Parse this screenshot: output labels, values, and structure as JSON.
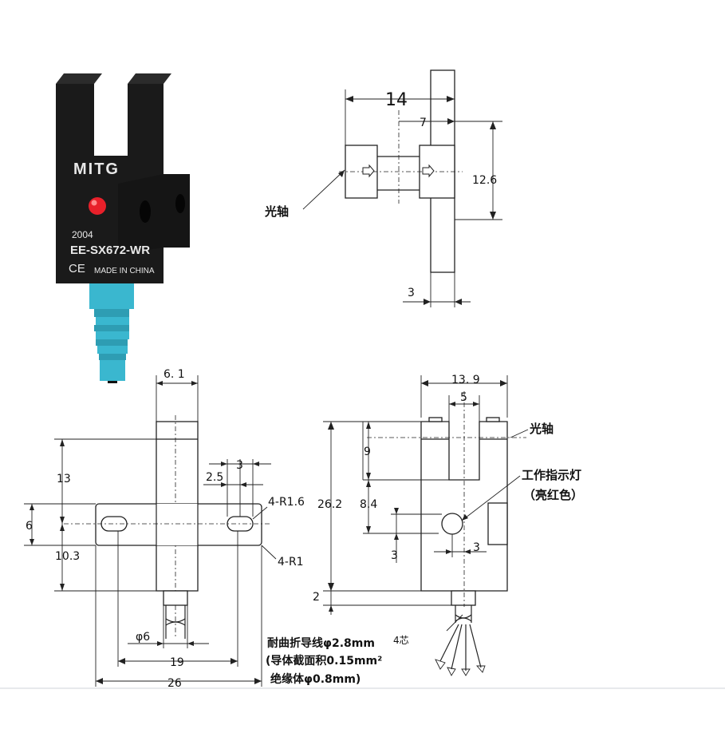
{
  "product": {
    "brand": "MITG",
    "code": "2004",
    "model": "EE-SX672-WR",
    "ce_mark": "CE",
    "origin": "MADE IN CHINA"
  },
  "top_view": {
    "dim_width": "14",
    "dim_half": "7",
    "dim_height": "12.6",
    "dim_thickness": "3",
    "optical_axis_label": "光轴"
  },
  "side_view": {
    "dim_top_width": "6. 1",
    "dim_hole_spacing": "3",
    "dim_hole_offset": "2.5",
    "dim_upper": "13",
    "dim_flange": "6",
    "dim_lower": "10.3",
    "hole_radius": "4-R1.6",
    "corner_radius": "4-R1",
    "dim_cable_dia": "φ6",
    "dim_hole_pitch": "19",
    "dim_total_width": "26"
  },
  "front_view": {
    "dim_width": "13. 9",
    "dim_slot": "5",
    "dim_slot_depth": "9",
    "dim_indicator_height": "8.4",
    "dim_total_height": "26.2",
    "dim_indicator_offset_v": "3",
    "dim_indicator_offset_h": "3",
    "dim_bottom": "2",
    "optical_axis_label": "光轴",
    "indicator_label": "工作指示灯",
    "indicator_color": "（亮红色）"
  },
  "cable_note": {
    "line1": "耐曲折导线φ2.8mm",
    "cores": "4芯",
    "line2": "(导体截面积0.15mm²",
    "line3": "绝缘体φ0.8mm)"
  },
  "colors": {
    "sensor_body": "#1a1a1a",
    "led": "#e8202a",
    "cable_boot": "#3ab7cf"
  }
}
